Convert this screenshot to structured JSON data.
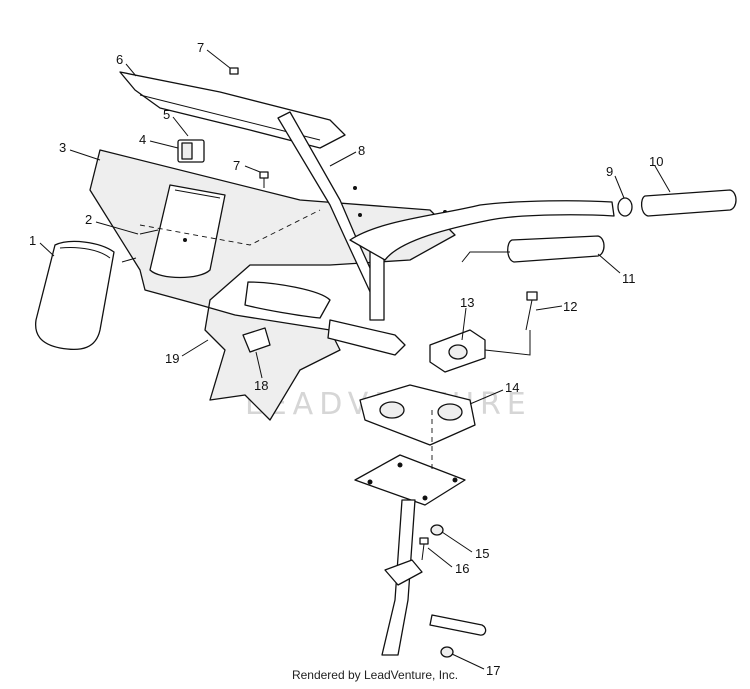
{
  "callouts": [
    {
      "n": "1"
    },
    {
      "n": "2"
    },
    {
      "n": "3"
    },
    {
      "n": "4"
    },
    {
      "n": "5"
    },
    {
      "n": "6"
    },
    {
      "n": "7"
    },
    {
      "n": "7"
    },
    {
      "n": "8"
    },
    {
      "n": "9"
    },
    {
      "n": "10"
    },
    {
      "n": "11"
    },
    {
      "n": "12"
    },
    {
      "n": "13"
    },
    {
      "n": "14"
    },
    {
      "n": "15"
    },
    {
      "n": "16"
    },
    {
      "n": "17"
    },
    {
      "n": "18"
    },
    {
      "n": "19"
    }
  ],
  "watermark": "LEADVENTURE",
  "footer": "Rendered by LeadVenture, Inc."
}
